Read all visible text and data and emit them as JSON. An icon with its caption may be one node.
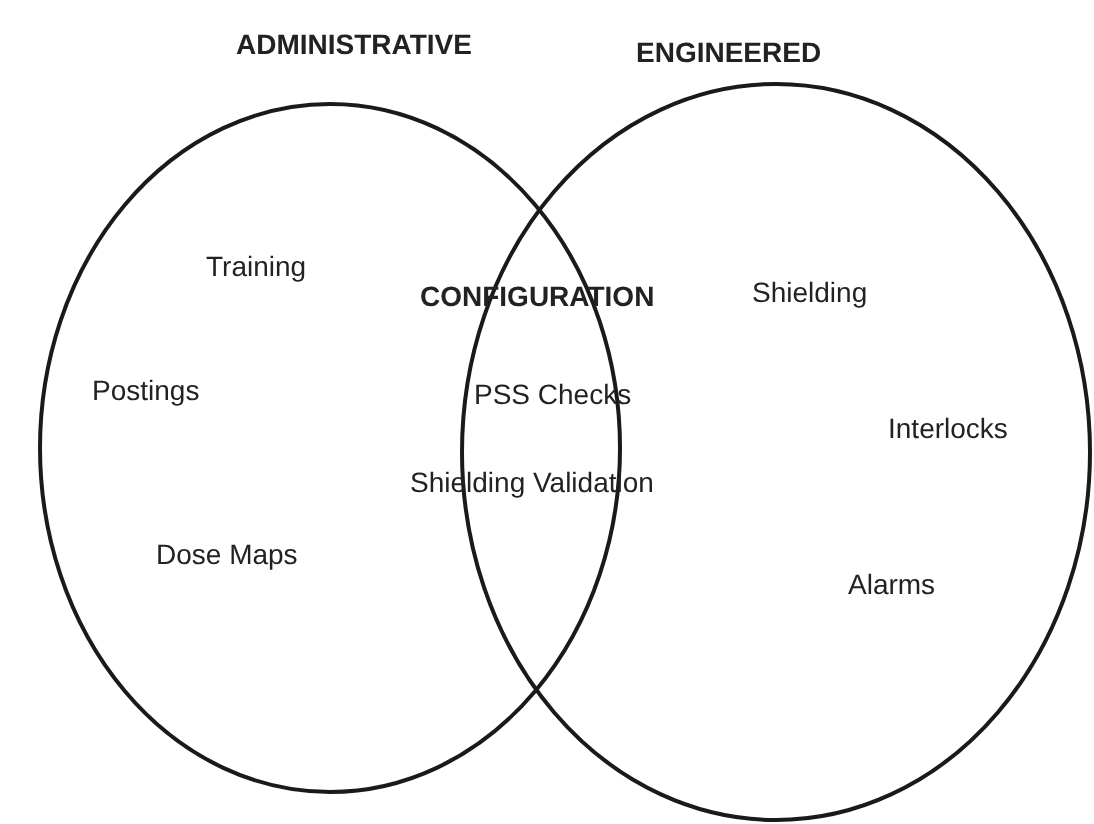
{
  "diagram": {
    "nodes": [
      {
        "text": [
          "ADMINISTRATIVE"
        ]
      },
      {
        "text": [
          "ENGINEERED"
        ]
      }
    ],
    "labels": [
      "Training",
      "CONFIGURATION",
      "Shielding",
      "Postings",
      "PSS Checks",
      "Interlocks",
      "Shielding Validation",
      "Dose Maps",
      "Alarms"
    ]
  }
}
